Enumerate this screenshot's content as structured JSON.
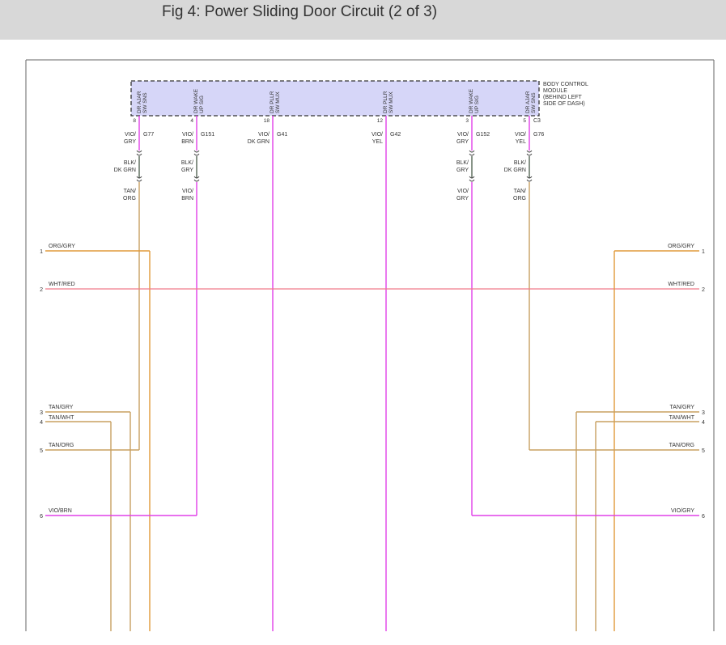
{
  "header": {
    "title": "Fig 4: Power Sliding Door Circuit (2 of 3)"
  },
  "module": {
    "label_lines": [
      "BODY CONTROL",
      "MODULE",
      "(BEHIND LEFT",
      "SIDE OF DASH)"
    ],
    "connector": "C3"
  },
  "colors": {
    "violet": "#e040e8",
    "tan": "#c8a060",
    "orange": "#e09a3a",
    "red": "#f07a8a",
    "module_fill": "#d6d6f8"
  },
  "pins": [
    {
      "id": "p8",
      "pin": "8",
      "func": [
        "DR AJAR",
        "SW SNS"
      ],
      "wire": [
        "VIO/",
        "GRY"
      ],
      "splice": "G77",
      "blk": [
        "BLK/",
        "DK GRN"
      ],
      "out": [
        "TAN/",
        "ORG"
      ]
    },
    {
      "id": "p4",
      "pin": "4",
      "func": [
        "DR WAKE",
        "UP SIG"
      ],
      "wire": [
        "VIO/",
        "BRN"
      ],
      "splice": "G151",
      "blk": [
        "BLK/",
        "GRY"
      ],
      "out": [
        "VIO/",
        "BRN"
      ]
    },
    {
      "id": "p18",
      "pin": "18",
      "func": [
        "DR PLLR",
        "SW MUX"
      ],
      "wire": [
        "VIO/",
        "DK GRN"
      ],
      "splice": "G41"
    },
    {
      "id": "p12",
      "pin": "12",
      "func": [
        "DR PLLR",
        "SW MUX"
      ],
      "wire": [
        "VIO/",
        "YEL"
      ],
      "splice": "G42"
    },
    {
      "id": "p3",
      "pin": "3",
      "func": [
        "DR WAKE",
        "UP SIG"
      ],
      "wire": [
        "VIO/",
        "GRY"
      ],
      "splice": "G152",
      "blk": [
        "BLK/",
        "GRY"
      ],
      "out": [
        "VIO/",
        "GRY"
      ]
    },
    {
      "id": "p5",
      "pin": "5",
      "func": [
        "DR AJAR",
        "SW SNS"
      ],
      "wire": [
        "VIO/",
        "YEL"
      ],
      "splice": "G76",
      "blk": [
        "BLK/",
        "DK GRN"
      ],
      "out": [
        "TAN/",
        "ORG"
      ]
    }
  ],
  "left_connector": [
    {
      "num": "1",
      "label": "ORG/GRY"
    },
    {
      "num": "2",
      "label": "WHT/RED"
    },
    {
      "num": "3",
      "label": "TAN/GRY"
    },
    {
      "num": "4",
      "label": "TAN/WHT"
    },
    {
      "num": "5",
      "label": "TAN/ORG"
    },
    {
      "num": "6",
      "label": "VIO/BRN"
    }
  ],
  "right_connector": [
    {
      "num": "1",
      "label": "ORG/GRY"
    },
    {
      "num": "2",
      "label": "WHT/RED"
    },
    {
      "num": "3",
      "label": "TAN/GRY"
    },
    {
      "num": "4",
      "label": "TAN/WHT"
    },
    {
      "num": "5",
      "label": "TAN/ORG"
    },
    {
      "num": "6",
      "label": "VIO/GRY"
    }
  ]
}
